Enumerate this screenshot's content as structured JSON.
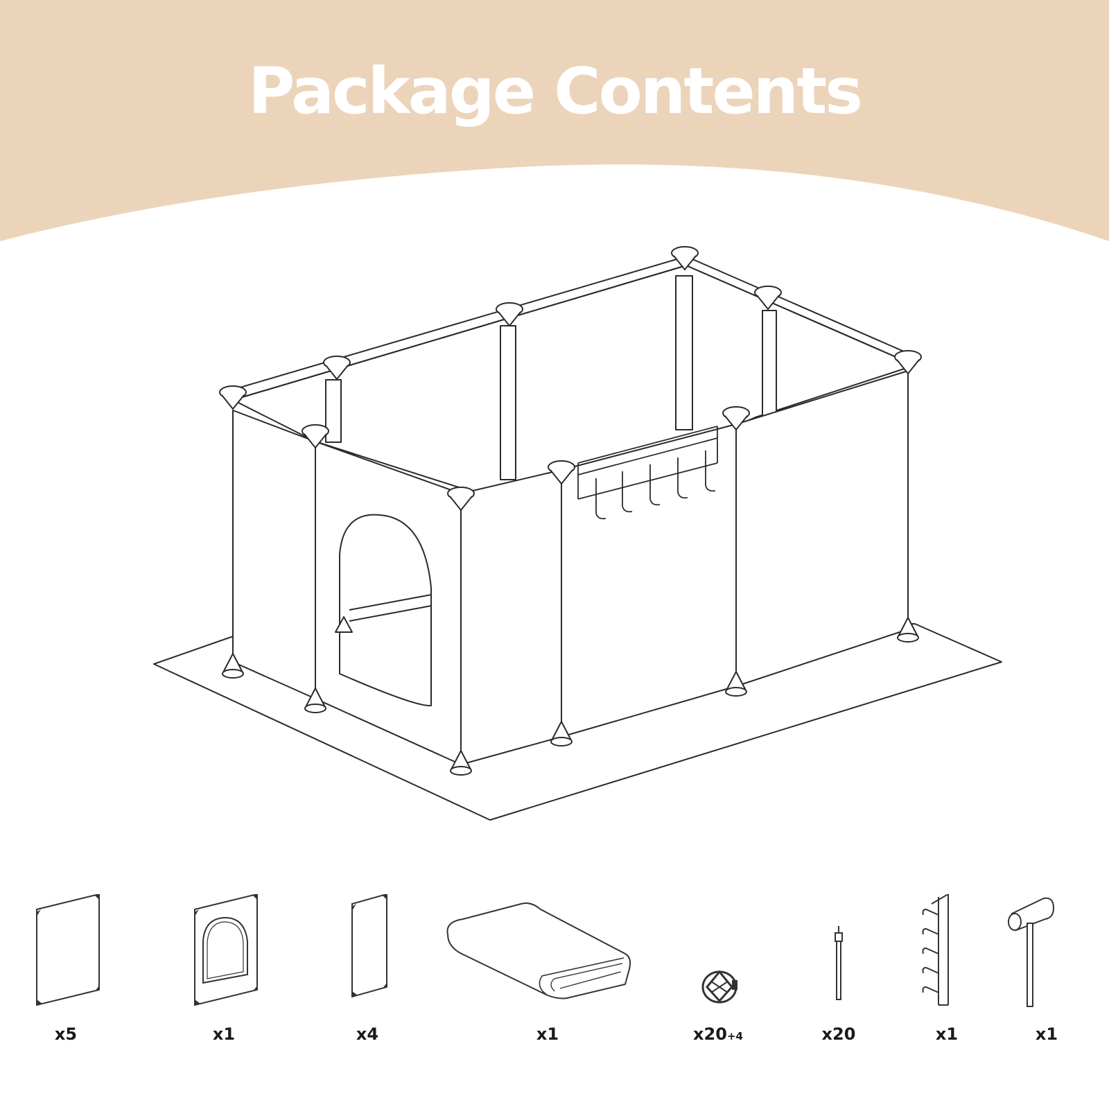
{
  "header": {
    "title": "Package Contents",
    "band_color": "#ecd4ba"
  },
  "assembled_view": {
    "icon": "assembled-playpen-illustration"
  },
  "contents": [
    {
      "icon": "solid-panel-icon",
      "qty": "x5",
      "extra": ""
    },
    {
      "icon": "door-panel-icon",
      "qty": "x1",
      "extra": ""
    },
    {
      "icon": "narrow-panel-icon",
      "qty": "x4",
      "extra": ""
    },
    {
      "icon": "floor-mat-icon",
      "qty": "x1",
      "extra": ""
    },
    {
      "icon": "connector-icon",
      "qty": "x20",
      "extra": "+4"
    },
    {
      "icon": "cable-tie-icon",
      "qty": "x20",
      "extra": ""
    },
    {
      "icon": "hook-rack-icon",
      "qty": "x1",
      "extra": ""
    },
    {
      "icon": "mallet-icon",
      "qty": "x1",
      "extra": ""
    }
  ]
}
